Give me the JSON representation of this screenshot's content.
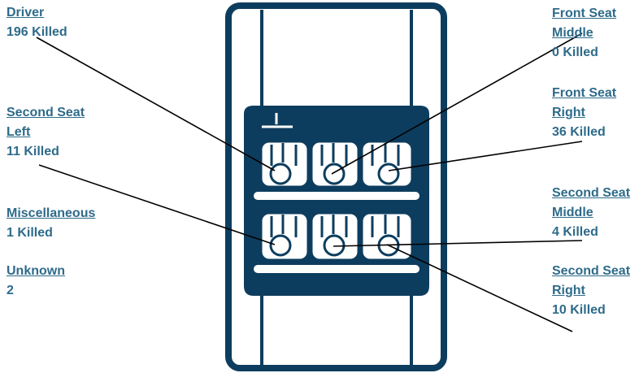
{
  "labels": {
    "driver": {
      "heading": [
        "Driver"
      ],
      "count": "196 Killed"
    },
    "second_seat_left": {
      "heading": [
        "Second Seat",
        "Left"
      ],
      "count": "11 Killed"
    },
    "miscellaneous": {
      "heading": [
        "Miscellaneous"
      ],
      "count": "1 Killed"
    },
    "unknown": {
      "heading": [
        "Unknown"
      ],
      "count": "2"
    },
    "front_seat_middle": {
      "heading": [
        "Front Seat",
        "Middle"
      ],
      "count": "0 Killed"
    },
    "front_seat_right": {
      "heading": [
        "Front Seat",
        "Right"
      ],
      "count": "36 Killed"
    },
    "second_seat_middle": {
      "heading": [
        "Second Seat",
        "Middle"
      ],
      "count": "4 Killed"
    },
    "second_seat_right": {
      "heading": [
        "Second Seat",
        "Right"
      ],
      "count": "10 Killed"
    }
  },
  "colors": {
    "label_text": "#2e6b8a",
    "car_fill": "#0d3d5e",
    "leader_line": "#000000"
  }
}
